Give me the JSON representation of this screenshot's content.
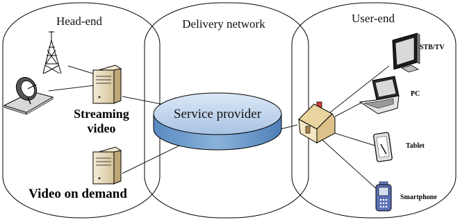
{
  "zones": {
    "head_end": "Head-end",
    "delivery": "Delivery network",
    "user_end": "User-end"
  },
  "head_end": {
    "streaming_line1": "Streaming",
    "streaming_line2": "video",
    "vod": "Video on demand"
  },
  "delivery": {
    "hub": "Service provider"
  },
  "user_end": {
    "devices": [
      "STB/TV",
      "PC",
      "Tablet",
      "Smartphone"
    ]
  },
  "icons": [
    "antenna-tower-icon",
    "satellite-dish-icon",
    "server-icon",
    "house-icon",
    "monitor-icon",
    "laptop-icon",
    "tablet-icon",
    "smartphone-icon"
  ],
  "colors": {
    "hub_fill": "#c7d9ee",
    "hub_side": "#6e9ccd",
    "server": "#e8dcc0",
    "house": "#f3e4bc",
    "chimney": "#d83a3a"
  }
}
